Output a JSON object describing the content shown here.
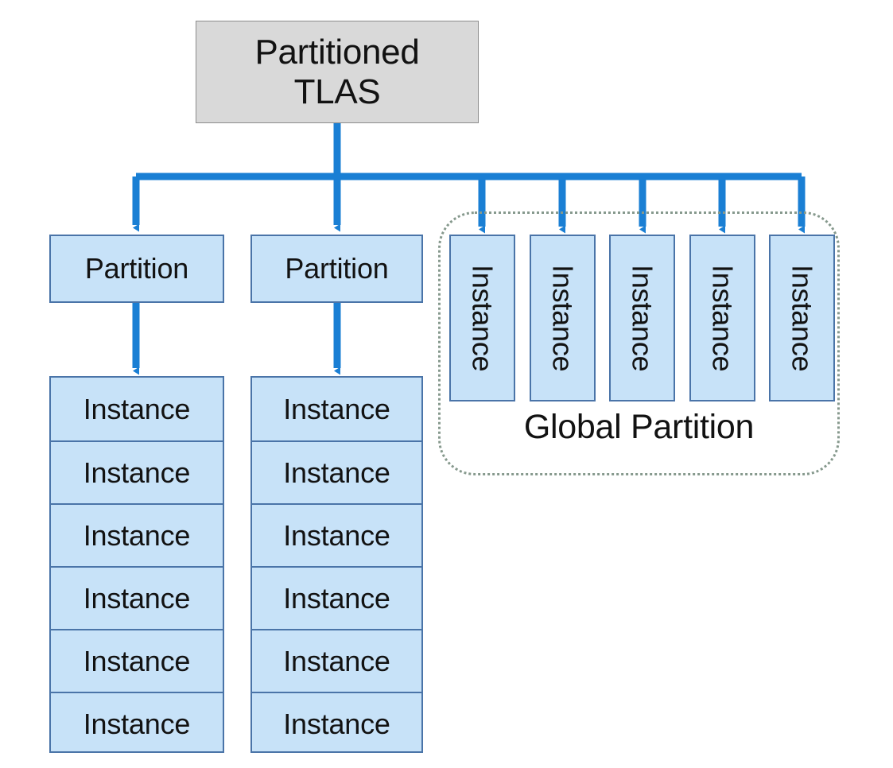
{
  "diagram": {
    "title_node": {
      "label": "Partitioned\nTLAS",
      "line1": "Partitioned",
      "line2": "TLAS",
      "fill": "#d9d9d9",
      "stroke": "#8c8c8c"
    },
    "colors": {
      "node_fill": "#c7e2f8",
      "node_stroke": "#4a74a8",
      "connector": "#1a7fd4",
      "group_stroke": "#86998d",
      "background": "#ffffff",
      "text": "#121212"
    },
    "partitions": [
      {
        "label": "Partition",
        "instances": [
          "Instance",
          "Instance",
          "Instance",
          "Instance",
          "Instance",
          "Instance"
        ]
      },
      {
        "label": "Partition",
        "instances": [
          "Instance",
          "Instance",
          "Instance",
          "Instance",
          "Instance",
          "Instance"
        ]
      }
    ],
    "global_partition": {
      "label": "Global Partition",
      "instances": [
        "Instance",
        "Instance",
        "Instance",
        "Instance",
        "Instance"
      ]
    }
  }
}
